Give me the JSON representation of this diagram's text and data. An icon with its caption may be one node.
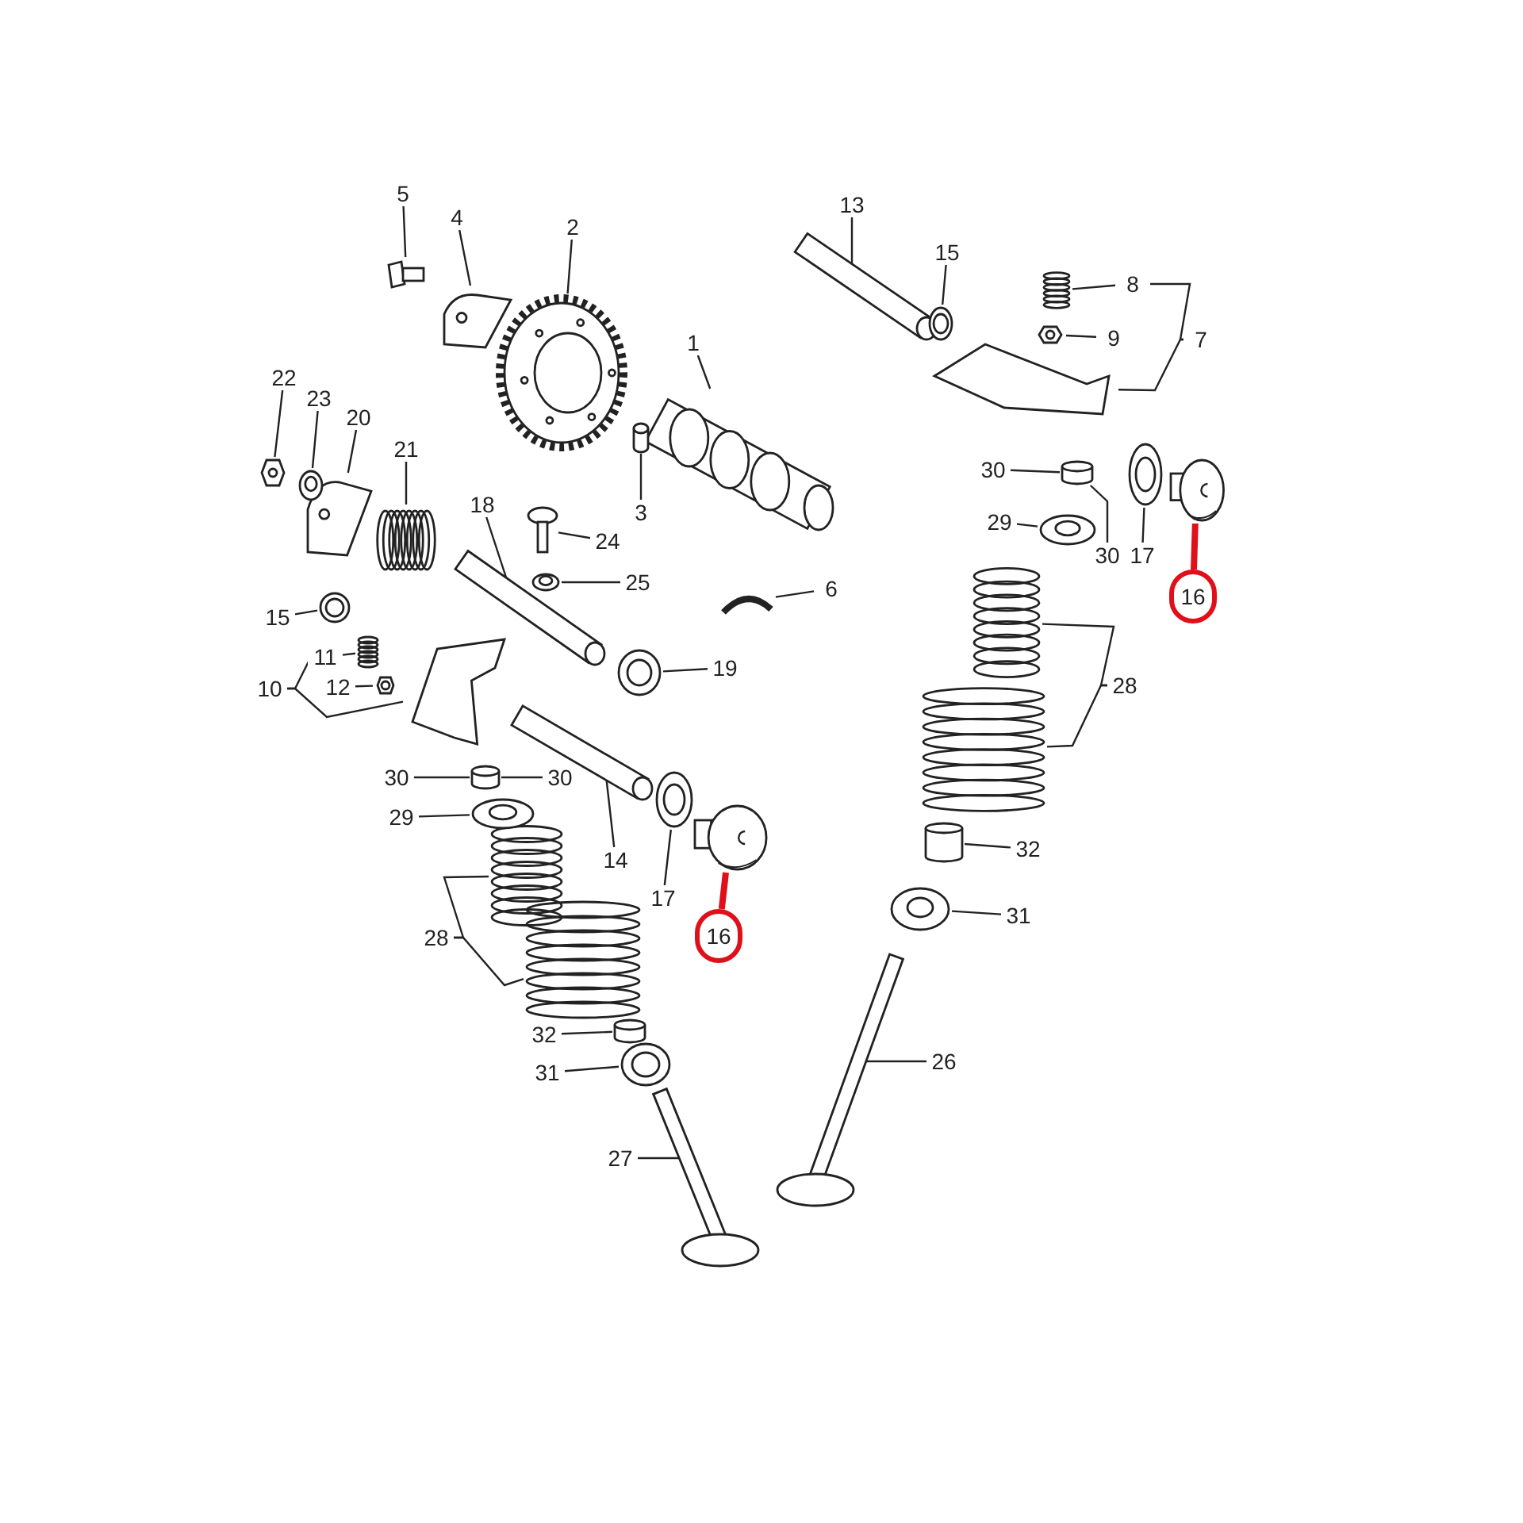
{
  "diagram": {
    "nodes": [
      {
        "text": [
          "1"
        ]
      },
      {
        "text": [],
        "shape": "picture"
      },
      {
        "text": [
          "2"
        ]
      },
      {
        "text": [],
        "shape": "picture"
      },
      {
        "text": [
          "3"
        ]
      },
      {
        "text": [],
        "shape": "cylinder"
      },
      {
        "text": [
          "4"
        ]
      },
      {
        "text": [],
        "shape": "picture"
      },
      {
        "text": [
          "5"
        ]
      },
      {
        "text": [],
        "shape": "picture"
      },
      {
        "text": [
          "6"
        ]
      },
      {
        "text": [],
        "shape": "picture"
      },
      {
        "text": [
          "7"
        ]
      },
      {
        "text": [],
        "shape": "picture"
      },
      {
        "text": [
          "8"
        ]
      },
      {
        "text": [],
        "shape": "picture"
      },
      {
        "text": [
          "9"
        ]
      },
      {
        "text": [],
        "shape": "picture"
      },
      {
        "text": [
          "10"
        ]
      },
      {
        "text": [],
        "shape": "picture"
      },
      {
        "text": [
          "11"
        ]
      },
      {
        "text": [],
        "shape": "picture"
      },
      {
        "text": [
          "12"
        ]
      },
      {
        "text": [],
        "shape": "picture"
      },
      {
        "text": [
          "13"
        ]
      },
      {
        "text": [],
        "shape": "picture"
      },
      {
        "text": [
          "14"
        ]
      },
      {
        "text": [],
        "shape": "picture"
      },
      {
        "text": [
          "15"
        ]
      },
      {
        "text": [],
        "shape": "picture"
      },
      {
        "text": [
          "15"
        ]
      },
      {
        "text": [],
        "shape": "picture"
      },
      {
        "text": [
          "16"
        ]
      },
      {
        "text": [],
        "shape": "picture"
      },
      {
        "text": [
          "16"
        ]
      },
      {
        "text": [],
        "shape": "picture"
      },
      {
        "text": [
          "17"
        ]
      },
      {
        "text": [],
        "shape": "picture"
      },
      {
        "text": [
          "17"
        ]
      },
      {
        "text": [],
        "shape": "picture"
      },
      {
        "text": [
          "18"
        ]
      },
      {
        "text": [],
        "shape": "picture"
      },
      {
        "text": [
          "19"
        ]
      },
      {
        "text": [],
        "shape": "picture"
      },
      {
        "text": [
          "20"
        ]
      },
      {
        "text": [],
        "shape": "picture"
      },
      {
        "text": [
          "21"
        ]
      },
      {
        "text": [],
        "shape": "picture"
      },
      {
        "text": [
          "22"
        ]
      },
      {
        "text": [],
        "shape": "picture"
      },
      {
        "text": [
          "23"
        ]
      },
      {
        "text": [],
        "shape": "picture"
      },
      {
        "text": [
          "24"
        ]
      },
      {
        "text": [],
        "shape": "picture"
      },
      {
        "text": [
          "25"
        ]
      },
      {
        "text": [],
        "shape": "picture"
      },
      {
        "text": [
          "26"
        ]
      },
      {
        "text": [],
        "shape": "picture"
      },
      {
        "text": [
          "27"
        ]
      },
      {
        "text": [],
        "shape": "picture"
      },
      {
        "text": [
          "28"
        ]
      },
      {
        "text": [],
        "shape": "picture"
      },
      {
        "text": [],
        "shape": "picture"
      },
      {
        "text": [
          "28"
        ]
      },
      {
        "text": [],
        "shape": "picture"
      },
      {
        "text": [],
        "shape": "picture"
      },
      {
        "text": [
          "29"
        ]
      },
      {
        "text": [],
        "shape": "picture"
      },
      {
        "text": [
          "29"
        ]
      },
      {
        "text": [],
        "shape": "picture"
      },
      {
        "text": [
          "30"
        ]
      },
      {
        "text": [],
        "shape": "cylinder"
      },
      {
        "text": [
          "30"
        ]
      },
      {
        "text": [
          "30"
        ]
      },
      {
        "text": [],
        "shape": "cylinder"
      },
      {
        "text": [
          "30"
        ]
      },
      {
        "text": [
          "31"
        ]
      },
      {
        "text": [],
        "shape": "picture"
      },
      {
        "text": [
          "31"
        ]
      },
      {
        "text": [],
        "shape": "picture"
      },
      {
        "text": [
          "32"
        ]
      },
      {
        "text": [],
        "shape": "cylinder"
      },
      {
        "text": [
          "32"
        ]
      },
      {
        "text": [],
        "shape": "cylinder"
      }
    ],
    "edges": [
      {
        "from": 0,
        "to": 1,
        "arrow": "none"
      },
      {
        "from": 2,
        "to": 3,
        "arrow": "none"
      },
      {
        "from": 4,
        "to": 5,
        "arrow": "none"
      },
      {
        "from": 6,
        "to": 7,
        "arrow": "none"
      },
      {
        "from": 8,
        "to": 9,
        "arrow": "none"
      },
      {
        "from": 10,
        "to": 11,
        "arrow": "none"
      },
      {
        "from": 12,
        "to": 13,
        "arrow": "none"
      },
      {
        "from": 12,
        "to": 14,
        "arrow": "none"
      },
      {
        "from": 14,
        "to": 15,
        "arrow": "none"
      },
      {
        "from": 16,
        "to": 17,
        "arrow": "none"
      },
      {
        "from": 18,
        "to": 19,
        "arrow": "none"
      },
      {
        "from": 18,
        "to": 20,
        "arrow": "none"
      },
      {
        "from": 20,
        "to": 21,
        "arrow": "none"
      },
      {
        "from": 22,
        "to": 23,
        "arrow": "none"
      },
      {
        "from": 24,
        "to": 25,
        "arrow": "none"
      },
      {
        "from": 26,
        "to": 27,
        "arrow": "none"
      },
      {
        "from": 28,
        "to": 29,
        "arrow": "none"
      },
      {
        "from": 30,
        "to": 31,
        "arrow": "none"
      },
      {
        "from": 32,
        "to": 33,
        "arrow": "none",
        "style": "thick",
        "color": "#e0101a"
      },
      {
        "from": 34,
        "to": 35,
        "arrow": "none",
        "style": "thick",
        "color": "#e0101a"
      },
      {
        "from": 36,
        "to": 37,
        "arrow": "none"
      },
      {
        "from": 38,
        "to": 39,
        "arrow": "none"
      },
      {
        "from": 40,
        "to": 41,
        "arrow": "none"
      },
      {
        "from": 42,
        "to": 43,
        "arrow": "none"
      },
      {
        "from": 44,
        "to": 45,
        "arrow": "none"
      },
      {
        "from": 46,
        "to": 47,
        "arrow": "none"
      },
      {
        "from": 48,
        "to": 49,
        "arrow": "none"
      },
      {
        "from": 50,
        "to": 51,
        "arrow": "none"
      },
      {
        "from": 52,
        "to": 53,
        "arrow": "none"
      },
      {
        "from": 54,
        "to": 55,
        "arrow": "none"
      },
      {
        "from": 56,
        "to": 57,
        "arrow": "none"
      },
      {
        "from": 58,
        "to": 59,
        "arrow": "none"
      },
      {
        "from": 60,
        "to": 61,
        "arrow": "none"
      },
      {
        "from": 60,
        "to": 62,
        "arrow": "none"
      },
      {
        "from": 63,
        "to": 64,
        "arrow": "none"
      },
      {
        "from": 63,
        "to": 65,
        "arrow": "none"
      },
      {
        "from": 66,
        "to": 67,
        "arrow": "none"
      },
      {
        "from": 68,
        "to": 69,
        "arrow": "none"
      },
      {
        "from": 70,
        "to": 71,
        "arrow": "none"
      },
      {
        "from": 72,
        "to": 71,
        "arrow": "none"
      },
      {
        "from": 73,
        "to": 74,
        "arrow": "none"
      },
      {
        "from": 75,
        "to": 74,
        "arrow": "none"
      },
      {
        "from": 76,
        "to": 77,
        "arrow": "none"
      },
      {
        "from": 78,
        "to": 79,
        "arrow": "none"
      },
      {
        "from": 80,
        "to": 81,
        "arrow": "none"
      },
      {
        "from": 82,
        "to": 83,
        "arrow": "none"
      }
    ]
  }
}
